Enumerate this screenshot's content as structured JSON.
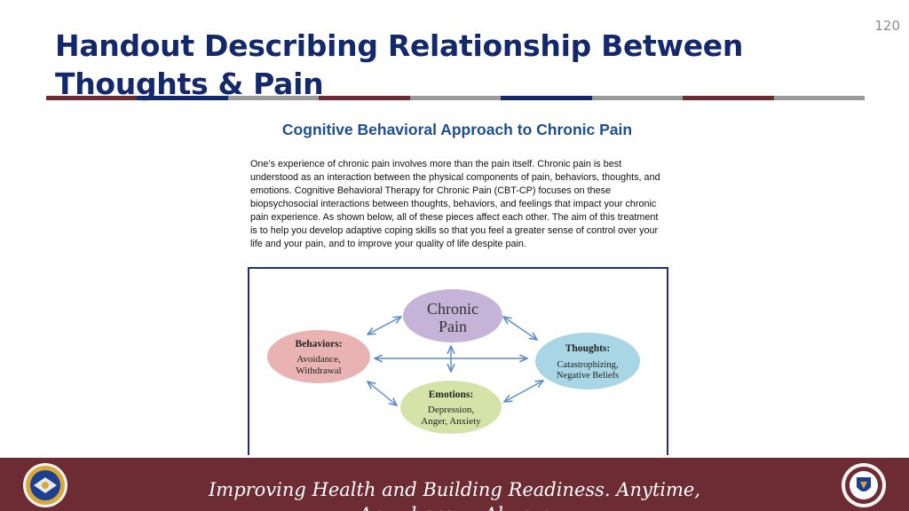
{
  "slide": {
    "title": "Handout Describing Relationship Between Thoughts & Pain",
    "page_number": "120"
  },
  "handout": {
    "title": "Cognitive Behavioral Approach to Chronic Pain",
    "paragraph": "One’s experience of chronic pain involves more than the pain itself.  Chronic pain is best understood as an interaction between the physical components of pain, behaviors, thoughts, and emotions.  Cognitive Behavioral Therapy for Chronic Pain (CBT-CP) focuses on these biopsychosocial interactions between thoughts, behaviors, and feelings that impact your chronic pain experience. As shown below, all of these pieces affect each other. The aim of this treatment is to help you develop adaptive coping skills so that you feel a greater sense of control over your life and your pain, and to improve your quality of life despite pain."
  },
  "diagram": {
    "nodes": [
      {
        "id": "chronic-pain",
        "title_lines": [
          "Chronic",
          "Pain"
        ],
        "detail_lines": [],
        "color": "#c5b3d8"
      },
      {
        "id": "behaviors",
        "title_lines": [
          "Behaviors:"
        ],
        "detail_lines": [
          "Avoidance,",
          "Withdrawal"
        ],
        "color": "#e9b3b3"
      },
      {
        "id": "thoughts",
        "title_lines": [
          "Thoughts:"
        ],
        "detail_lines": [
          "Catastrophizing,",
          "Negative Beliefs"
        ],
        "color": "#a9d6e5"
      },
      {
        "id": "emotions",
        "title_lines": [
          "Emotions:"
        ],
        "detail_lines": [
          "Depression,",
          "Anger, Anxiety"
        ],
        "color": "#d4e4a8"
      }
    ],
    "arrow_color": "#5b8bc9"
  },
  "footer": {
    "tagline": "Improving Health and Building Readiness. Anytime, Anywhere — Always",
    "background": "#6d2b34"
  },
  "colors": {
    "title": "#14296b",
    "divider": [
      "#6d2b34",
      "#14296b",
      "#9a9a9a",
      "#6d2b34",
      "#9a9a9a",
      "#14296b",
      "#9a9a9a",
      "#6d2b34",
      "#9a9a9a"
    ]
  }
}
